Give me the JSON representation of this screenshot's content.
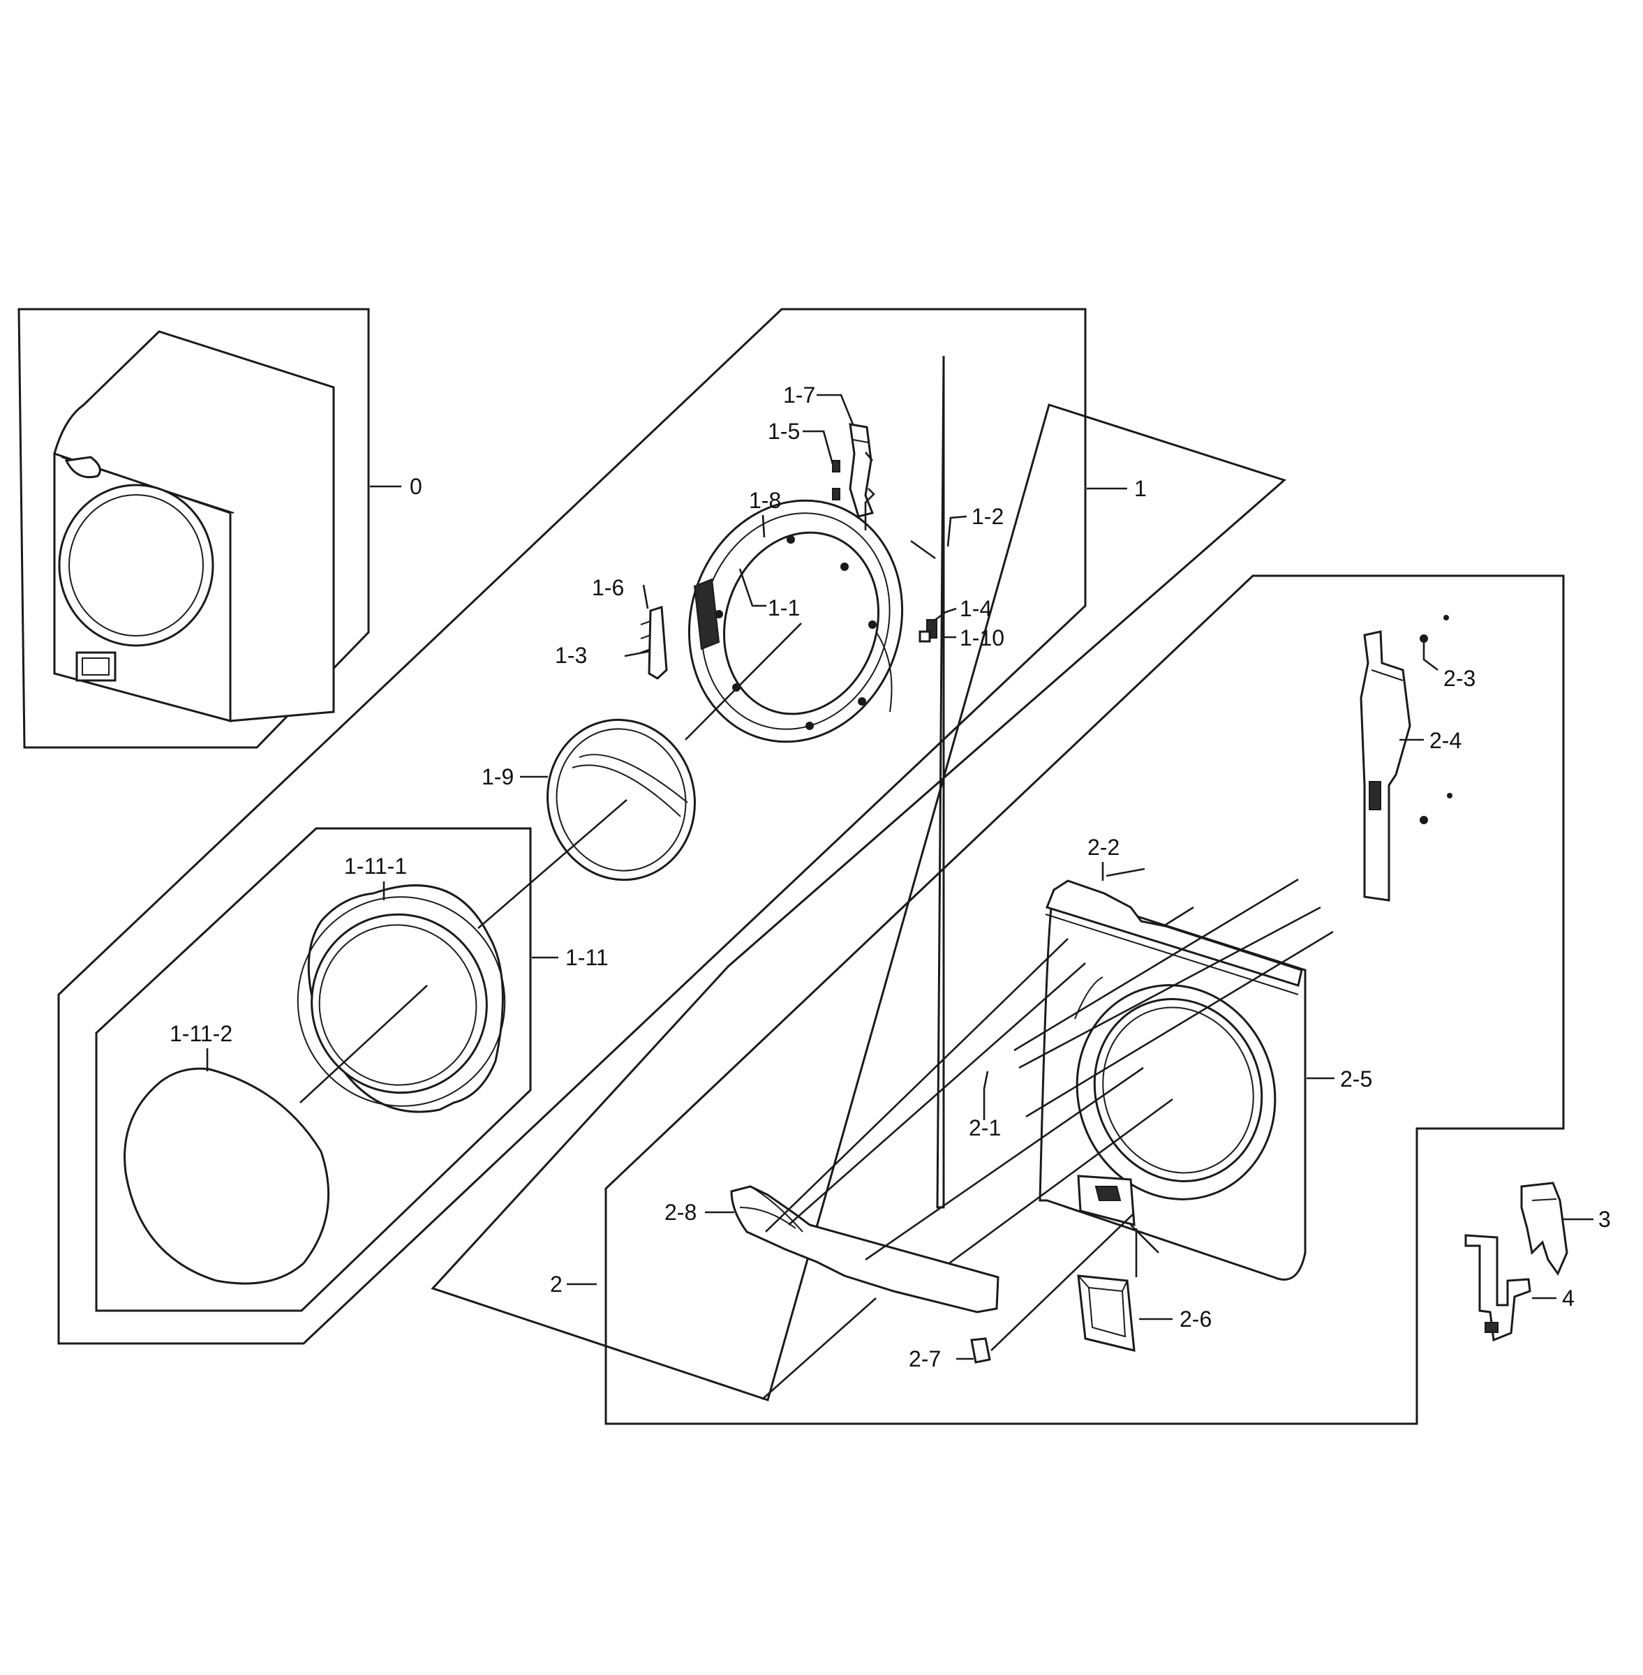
{
  "labels": {
    "l0": "0",
    "l1": "1",
    "l1_1": "1-1",
    "l1_2": "1-2",
    "l1_3": "1-3",
    "l1_4": "1-4",
    "l1_5": "1-5",
    "l1_6": "1-6",
    "l1_7": "1-7",
    "l1_8": "1-8",
    "l1_9": "1-9",
    "l1_10": "1-10",
    "l1_11": "1-11",
    "l1_11_1": "1-11-1",
    "l1_11_2": "1-11-2",
    "l2": "2",
    "l2_1": "2-1",
    "l2_2": "2-2",
    "l2_3": "2-3",
    "l2_4": "2-4",
    "l2_5": "2-5",
    "l2_6": "2-6",
    "l2_7": "2-7",
    "l2_8": "2-8",
    "l3": "3",
    "l4": "4"
  }
}
